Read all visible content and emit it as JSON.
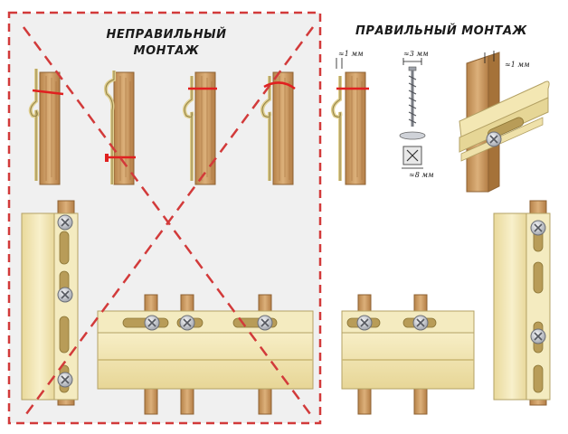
{
  "wrong": {
    "title_line1": "НЕПРАВИЛЬНЫЙ",
    "title_line2": "МОНТАЖ"
  },
  "correct": {
    "title": "ПРАВИЛЬНЫЙ МОНТАЖ",
    "gap_left": "≈1 мм",
    "screw_head_gap": "≈3 мм",
    "hole_width": "≈8 мм",
    "gap_right": "≈1 мм"
  },
  "colors": {
    "wrong_panel_bg": "#f0f0f0",
    "dashed_red": "#d23a3a",
    "wood": "#d2a46b",
    "wood_dark": "#a8733b",
    "siding": "#f3e7b3",
    "siding_shade": "#e3d08c",
    "screw": "#c9ccd2"
  }
}
